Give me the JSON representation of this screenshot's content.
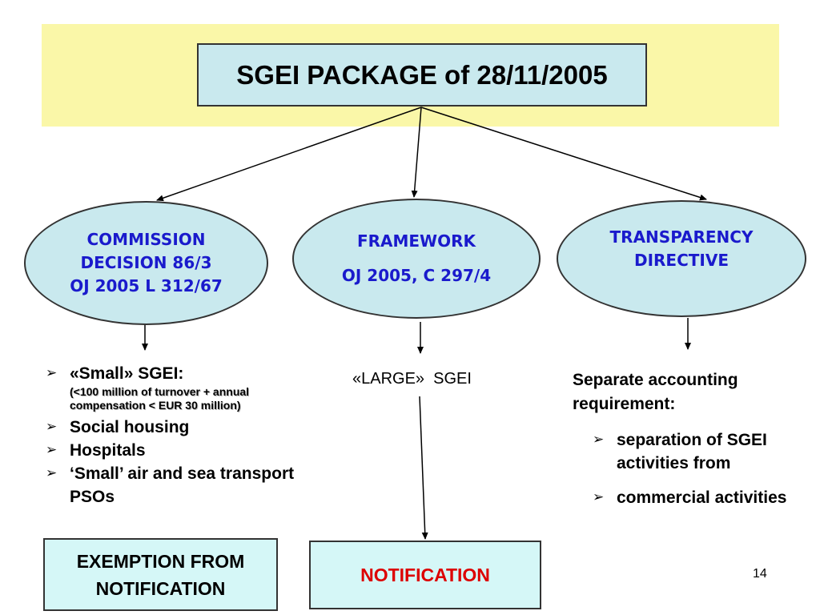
{
  "title": "SGEI PACKAGE of 28/11/2005",
  "branches": {
    "left": {
      "lines": [
        "COMMISSION",
        "DECISION 86/3",
        "OJ 2005 L 312/67"
      ]
    },
    "middle": {
      "lines": [
        "FRAMEWORK",
        "OJ 2005, C 297/4"
      ]
    },
    "right": {
      "lines": [
        "TRANSPARENCY",
        "DIRECTIVE"
      ]
    }
  },
  "left_list": {
    "items": [
      {
        "text": "«Small» SGEI:",
        "note": "(<100 million of turnover + annual compensation < EUR 30 million)"
      },
      {
        "text": "Social housing"
      },
      {
        "text": "Hospitals"
      },
      {
        "text": "‘Small’ air and sea transport PSOs"
      }
    ]
  },
  "middle_label": "«LARGE»  SGEI",
  "right_section": {
    "heading": "Separate accounting requirement:",
    "items": [
      "separation of SGEI activities from",
      "commercial activities"
    ]
  },
  "boxes": {
    "exemption": [
      "EXEMPTION FROM",
      "NOTIFICATION"
    ],
    "notification": "NOTIFICATION"
  },
  "page_number": "14",
  "colors": {
    "banner": "#faf7a8",
    "shape_fill": "#c9e9ee",
    "box_fill": "#d5f7f7",
    "ellipse_text": "#1a1acc",
    "notification_text": "#dd0000"
  },
  "icons": {
    "bullet": "arrow-bullet-icon"
  }
}
